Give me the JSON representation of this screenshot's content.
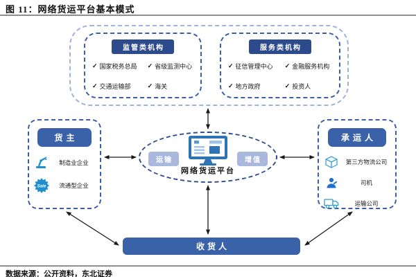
{
  "title": "图 11：网络货运平台基本模式",
  "glyphs": {
    "check": "✓"
  },
  "top_group": {
    "regulatory": {
      "header": "监管类机构",
      "items": [
        "国家税务总局",
        "省级监测中心",
        "交通运输部",
        "海关"
      ]
    },
    "service": {
      "header": "服务类机构",
      "items": [
        "征信管理中心",
        "金融服务机构",
        "地方政府",
        "投资人"
      ]
    }
  },
  "shipper": {
    "header": "货主",
    "items": [
      {
        "icon": "robot-arm-icon",
        "label": "制造业企业"
      },
      {
        "icon": "sale-badge-icon",
        "label": "流通型企业",
        "badge_text": "Sale"
      }
    ]
  },
  "carrier": {
    "header": "承运人",
    "items": [
      {
        "icon": "package-icon",
        "label": "第三方物流公司"
      },
      {
        "icon": "driver-icon",
        "label": "司机"
      },
      {
        "icon": "truck-icon",
        "label": "运输公司"
      }
    ]
  },
  "platform": {
    "label": "网络货运平台",
    "left_tag": "运输",
    "right_tag": "增值"
  },
  "consignee": {
    "label": "收货人"
  },
  "footer": {
    "source": "数据来源：公开资料，东北证券"
  },
  "colors": {
    "header_navy": "#2c4a8c",
    "solid_box_blue": "#3a62a8",
    "dashed_border_blue": "#3b5ea8",
    "outer_dash_light": "#9db4dd",
    "tag_bg": "#a9b8dc",
    "icon_blue": "#1f8fd0",
    "monitor_blue": "#2e74b5",
    "rule_gray": "#8f8f8f"
  }
}
